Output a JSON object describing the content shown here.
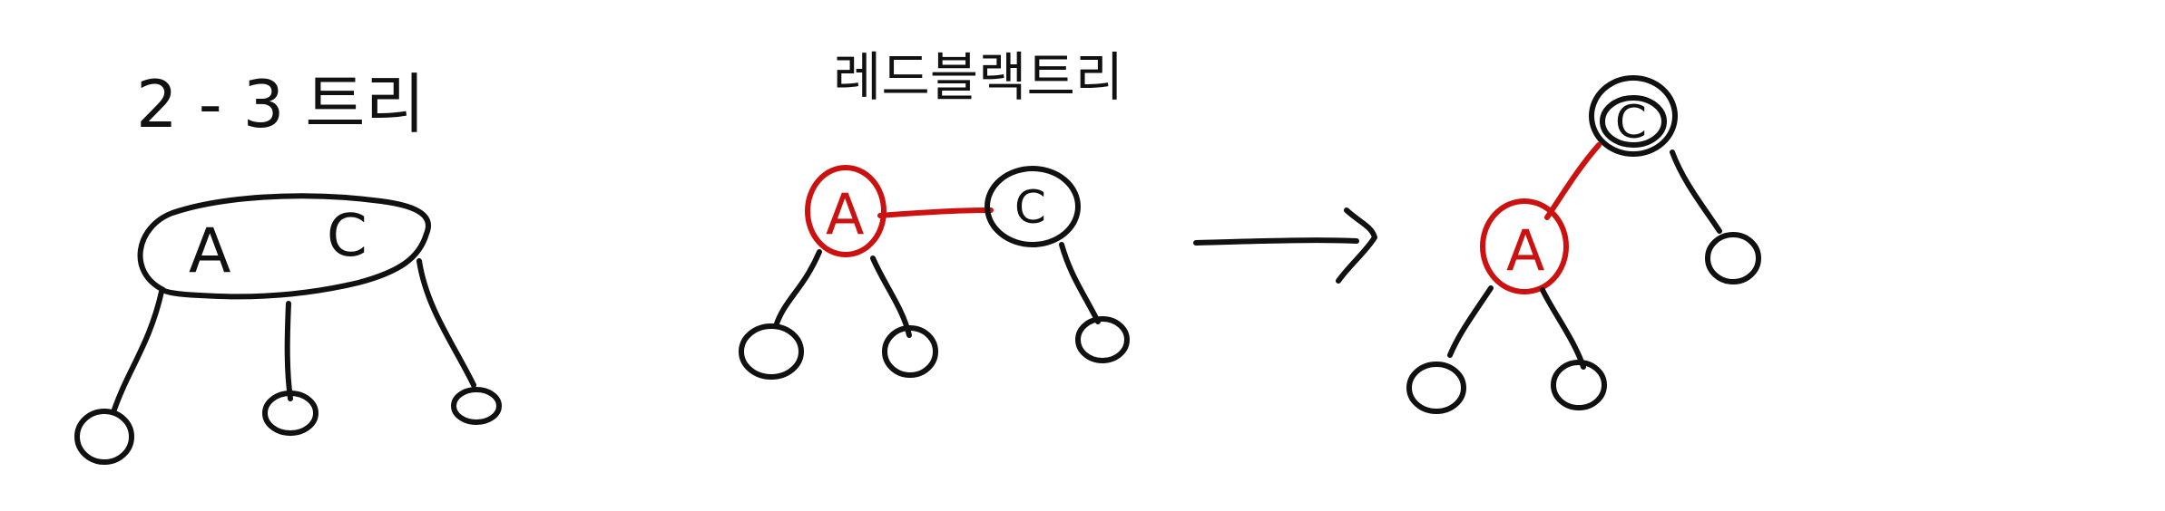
{
  "colors": {
    "ink": "#111111",
    "red": "#cc1111",
    "background": "#ffffff"
  },
  "tree23": {
    "title": "2 - 3 트리",
    "node_keys": [
      "A",
      "C"
    ]
  },
  "rbtree": {
    "title": "레드블랙트리",
    "nodes": [
      {
        "key": "A",
        "color": "red"
      },
      {
        "key": "C",
        "color": "black"
      }
    ]
  },
  "rbtree_rotated": {
    "nodes": [
      {
        "key": "C",
        "color": "black"
      },
      {
        "key": "A",
        "color": "red"
      }
    ]
  },
  "arrow": {
    "icon": "right-arrow-icon"
  }
}
